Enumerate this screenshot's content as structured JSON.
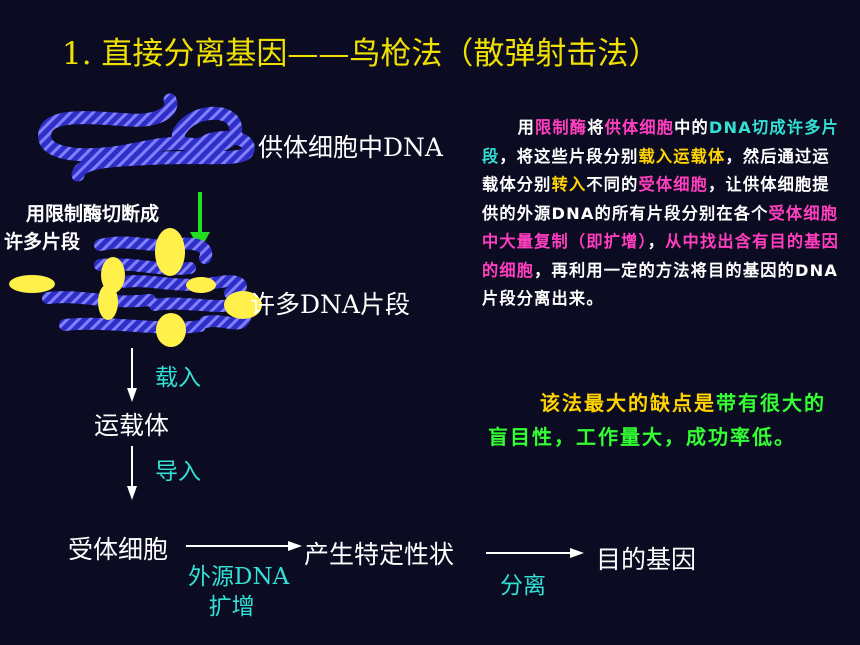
{
  "title": "1. 直接分离基因——鸟枪法（散弹射击法）",
  "labels": {
    "donor_dna": "供体细胞中DNA",
    "cut_label_line1": "用限制酶切断成",
    "cut_label_line2": "许多片段",
    "fragments": "许多DNA片段",
    "load_in": "载入",
    "vector": "运载体",
    "import": "导入",
    "recipient": "受体细胞",
    "trait": "产生特定性状",
    "target_gene": "目的基因",
    "exogenous_line1": "外源DNA",
    "exogenous_line2": "扩增",
    "separate": "分离"
  },
  "paragraph": [
    {
      "text": "用",
      "color": "white"
    },
    {
      "text": "限制酶",
      "color": "magenta"
    },
    {
      "text": "将",
      "color": "white"
    },
    {
      "text": "供体细胞",
      "color": "magenta"
    },
    {
      "text": "中的",
      "color": "white"
    },
    {
      "text": "DNA",
      "color": "cyan"
    },
    {
      "text": "切成许多片段",
      "color": "cyan"
    },
    {
      "text": "，将这些片段分别",
      "color": "white"
    },
    {
      "text": "载入运载体",
      "color": "yellow"
    },
    {
      "text": "，然后通过运载体分别",
      "color": "white"
    },
    {
      "text": "转入",
      "color": "yellow"
    },
    {
      "text": "不同的",
      "color": "white"
    },
    {
      "text": "受体细胞",
      "color": "magenta"
    },
    {
      "text": "，让供体细胞提供的外源DNA的所有片段分别在各个",
      "color": "white"
    },
    {
      "text": "受体细胞中",
      "color": "magenta"
    },
    {
      "text": "大量复制（即扩增）",
      "color": "magenta"
    },
    {
      "text": "，",
      "color": "white"
    },
    {
      "text": "从中找出含有目的基因的细胞",
      "color": "magenta"
    },
    {
      "text": "，再利用一定的方法将目的基因的DNA片段分离出来。",
      "color": "white"
    }
  ],
  "summary": [
    {
      "text": "该法最大的缺点是",
      "color": "yellow"
    },
    {
      "text": "带有很大的盲目性，工作量大，成功率低。",
      "color": "green"
    }
  ],
  "colors": {
    "background": "#0b0b22",
    "title": "#f0e000",
    "dna_strand": "#3a3ad8",
    "enzyme": "#fff04a",
    "arrow": "#ffffff",
    "cut_arrow": "#22dd22"
  }
}
